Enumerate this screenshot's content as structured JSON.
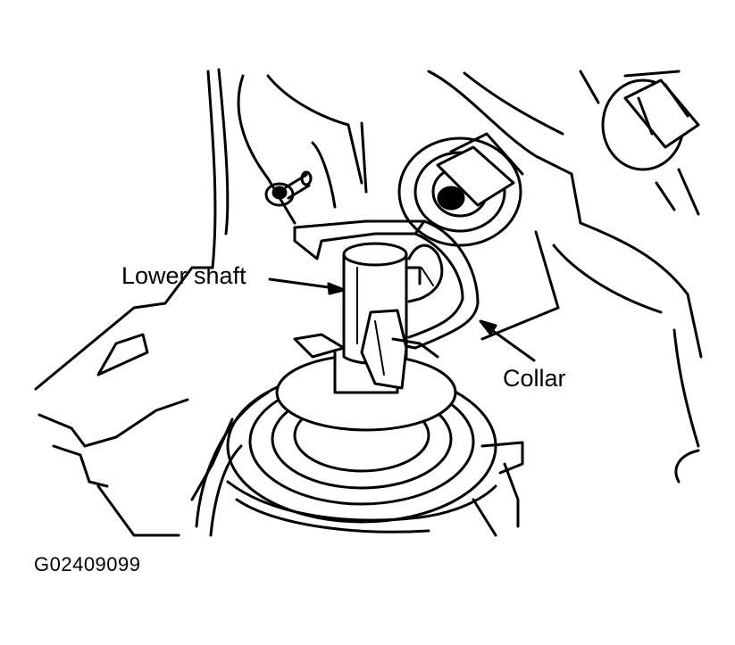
{
  "labels": {
    "lower_shaft": "Lower shaft",
    "collar": "Collar",
    "figure_code": "G02409099"
  },
  "colors": {
    "line": "#000000",
    "background": "#ffffff"
  }
}
